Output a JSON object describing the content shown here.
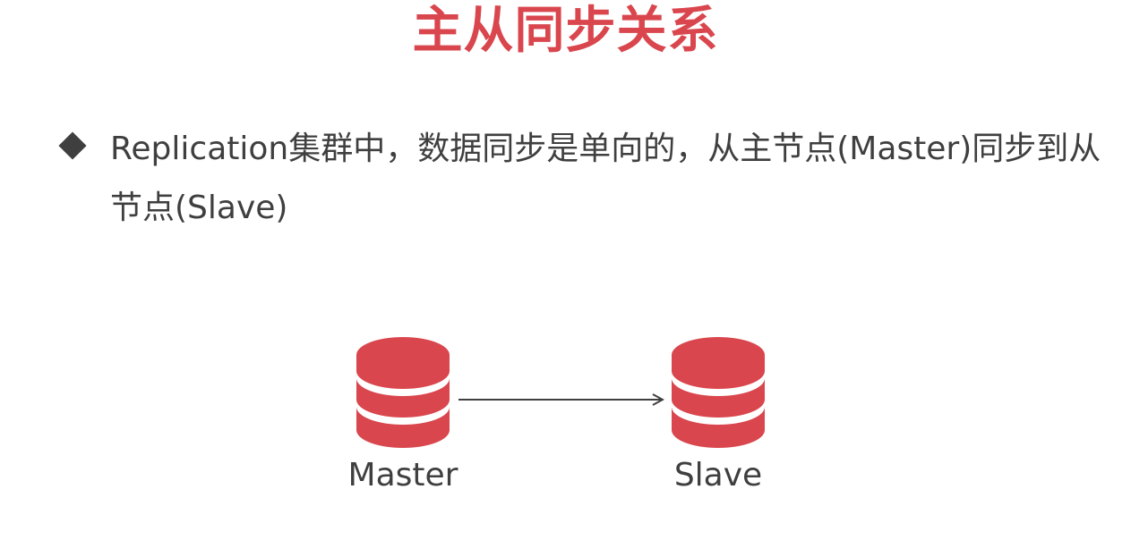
{
  "slide": {
    "title": "主从同步关系",
    "bullet": {
      "marker_icon": "diamond-bullet-icon",
      "text": "Replication集群中，数据同步是单向的，从主节点(Master)同步到从节点(Slave)"
    }
  },
  "diagram": {
    "nodes": [
      {
        "id": "master",
        "label": "Master",
        "icon": "database-icon"
      },
      {
        "id": "slave",
        "label": "Slave",
        "icon": "database-icon"
      }
    ],
    "edges": [
      {
        "from": "master",
        "to": "slave",
        "direction": "one-way"
      }
    ]
  },
  "colors": {
    "accent": "#d9464d",
    "text": "#3f3f3f",
    "arrow": "#3f3f3f",
    "background": "#ffffff"
  }
}
